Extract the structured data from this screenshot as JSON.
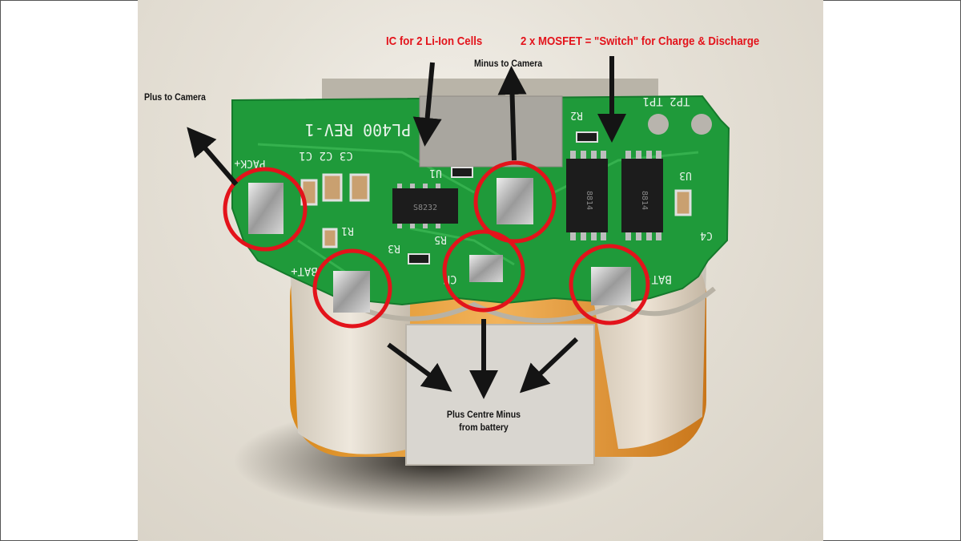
{
  "image": {
    "subject": "Opened camera battery pack showing protection circuit board",
    "colors": {
      "annotation_red": "#e3131b",
      "annotation_black": "#141414",
      "pcb_green": "#1f9a3a",
      "background": "#e6e1d7"
    }
  },
  "annotations": {
    "ic_label": "IC for 2 Li-Ion Cells",
    "mosfet_label": "2 x MOSFET = \"Switch\" for Charge & Discharge",
    "minus_camera": "Minus to Camera",
    "plus_camera": "Plus to Camera",
    "battery_line1": "Plus Centre Minus",
    "battery_line2": "from battery"
  },
  "board": {
    "silkscreen": "PL400 REV-1",
    "c_labels": "C3 C2 C1",
    "tp_labels": "TP2 TP1",
    "r2": "R2",
    "u1": "U1",
    "u3": "U3",
    "r1": "R1",
    "r3": "R3",
    "r5": "R5",
    "c4": "C4",
    "bat_plus": "BAT+",
    "bat_minus": "BAT-",
    "cn": "CN",
    "pack_plus": "PACK+",
    "chip_ic": "S8232",
    "chip_mosfet": "8814"
  }
}
